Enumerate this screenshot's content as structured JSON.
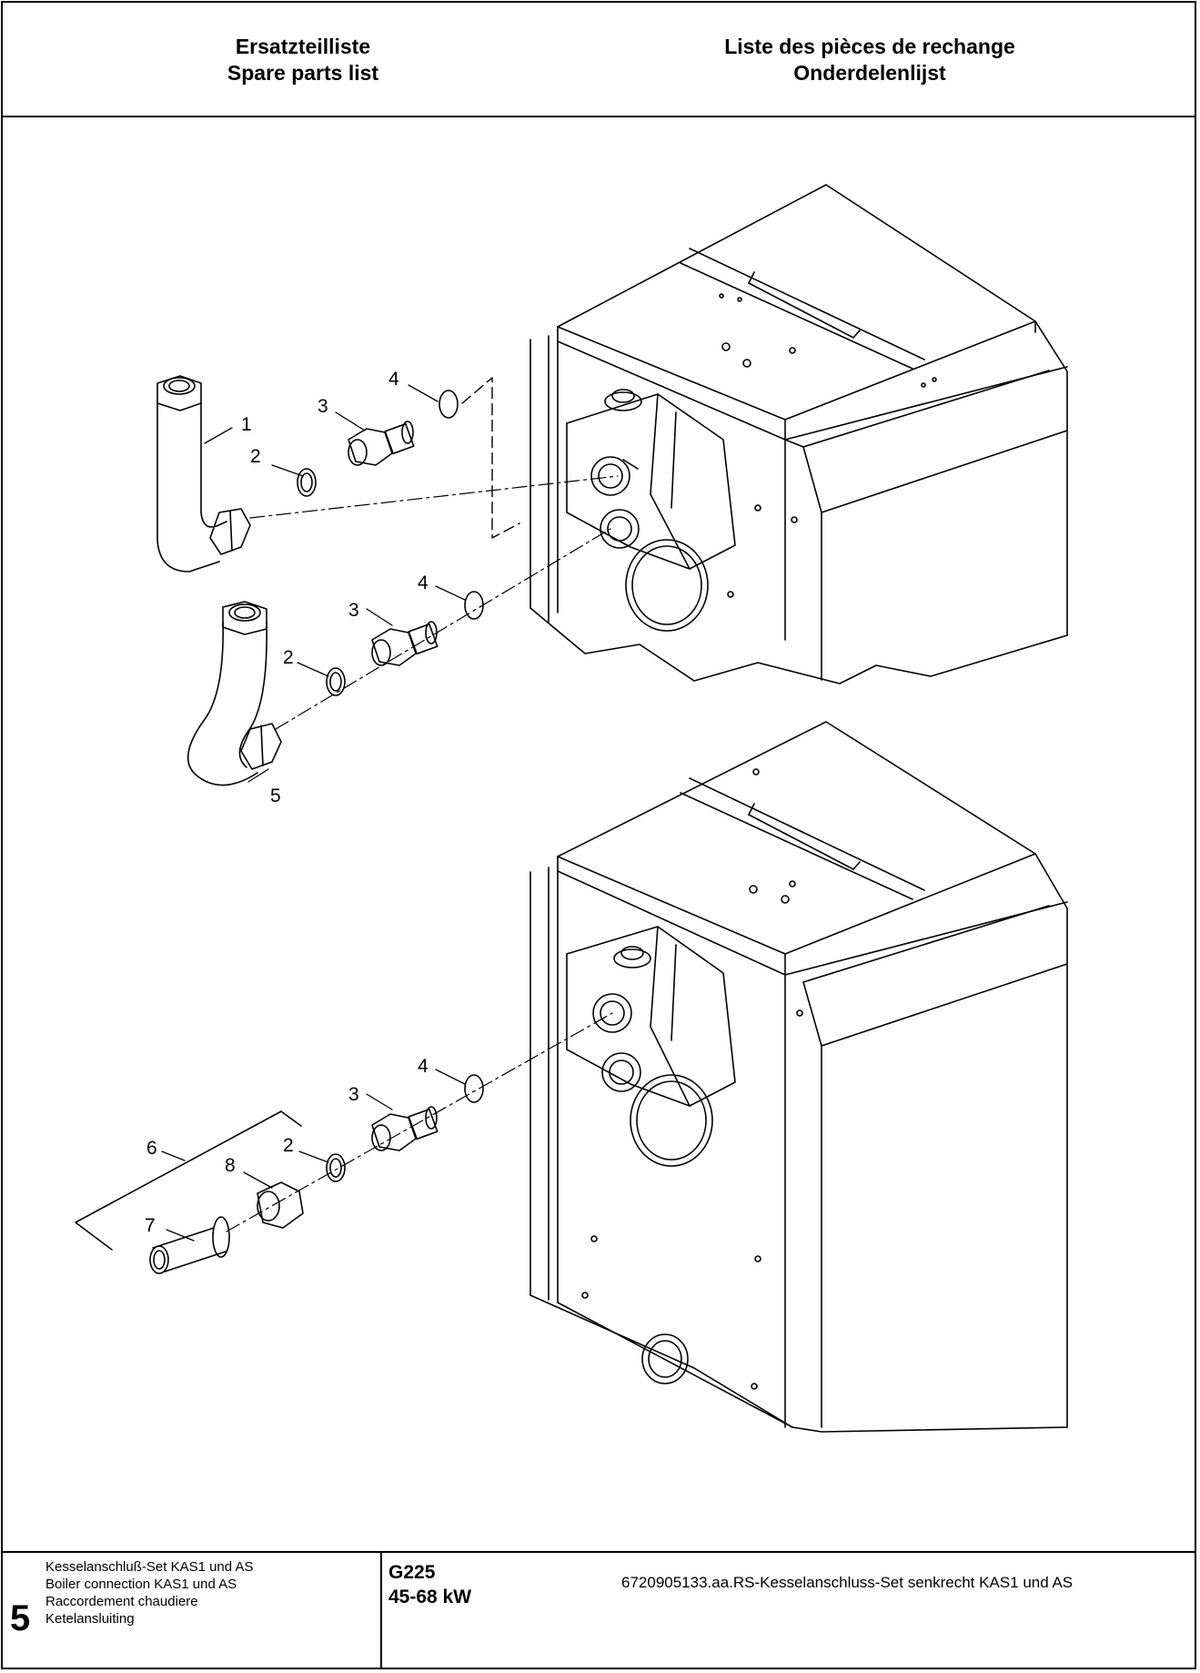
{
  "header": {
    "left_line1": "Ersatzteilliste",
    "left_line2": "Spare parts list",
    "right_line1": "Liste des pièces de rechange",
    "right_line2": "Onderdelenlijst"
  },
  "drawing": {
    "part_labels": {
      "p1": "1",
      "p2": "2",
      "p3": "3",
      "p4": "4",
      "p5": "5",
      "p6": "6",
      "p7": "7",
      "p8": "8"
    },
    "caption": "6720905133.aa.RS-Kesselanschluss-Set senkrecht KAS1 und AS"
  },
  "footer": {
    "page_number": "5",
    "description": [
      "Kesselanschluß-Set KAS1 und AS",
      "Boiler connection KAS1 und AS",
      "Raccordement chaudiere",
      "Ketelansluiting"
    ],
    "model": "G225",
    "power": "45-68 kW"
  }
}
